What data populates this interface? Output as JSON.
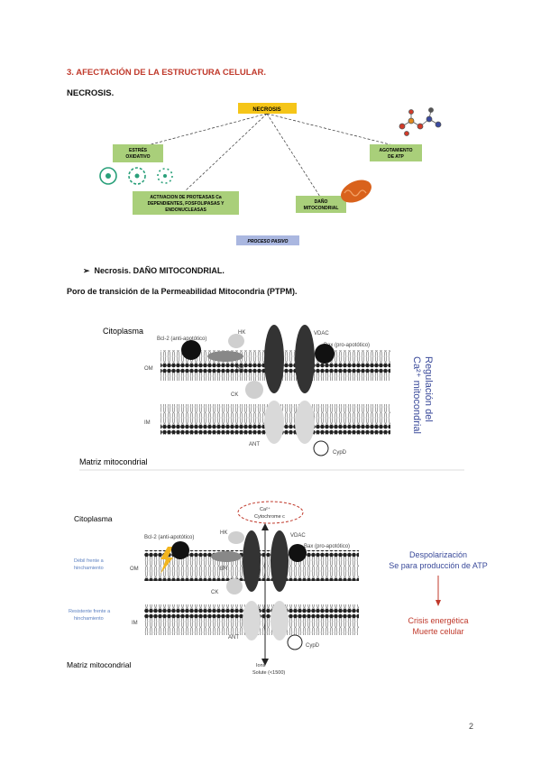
{
  "section_title": "3. AFECTACIÓN DE LA ESTRUCTURA CELULAR.",
  "subtitle": "NECROSIS.",
  "necrosis_diagram": {
    "root": "NECROSIS",
    "stress": [
      "ESTRÉS",
      "OXIDATIVO"
    ],
    "proteases": [
      "ACTIVACION DE PROTEASAS Ca",
      "DEPENDIENTES, FOSFOLIPASAS Y",
      "ENDONUCLEASAS"
    ],
    "mito_damage": [
      "DAÑO",
      "MITOCONDRIAL"
    ],
    "atp": [
      "AGOTAMIENTO",
      "DE ATP"
    ],
    "passive": "PROCESO PASIVO"
  },
  "bullet_text": "Necrosis. DAÑO MITOCONDRIAL.",
  "ptpm_title": "Poro de transición de la Permeabilidad Mitocondria (PTPM).",
  "fig1": {
    "cytoplasm": "Citoplasma",
    "bcl2": "Bcl-2 (anti-apotótico)",
    "hk": "HK",
    "vdac": "VDAC",
    "bax": "Bax (pro-apotótico)",
    "om": "OM",
    "br": "BR",
    "ck": "CK",
    "im": "IM",
    "ant": "ANT",
    "cypd": "CypD",
    "matrix": "Matriz mitocondrial",
    "side_line1": "Regulación del",
    "side_line2": "Ca²⁺ mitocondrial"
  },
  "fig2": {
    "cytoplasm": "Citoplasma",
    "ca": "Ca²⁺",
    "cytochrome": "Cytochrome c",
    "bcl2": "Bcl-2 (anti-apotótico)",
    "hk": "HK",
    "vdac": "VDAC",
    "bax": "Bax (pro-apotótico)",
    "weak1": "Débil frente a",
    "weak2": "hinchamiento",
    "om": "OM",
    "br": "BR",
    "ck": "CK",
    "resist1": "Resistente frente a",
    "resist2": "hinchamiento",
    "im": "IM",
    "ant": "ANT",
    "cypd": "CypD",
    "ions": "Ions",
    "solute": "Solute (<1500)",
    "matrix": "Matriz mitocondrial",
    "depol": "Despolarización",
    "atp_stop": "Se para producción de ATP",
    "crisis": "Crisis energética",
    "death": "Muerte celular"
  },
  "page_number": "2",
  "colors": {
    "title_red": "#c0392b",
    "box_green": "#a9cf7a",
    "box_yellow": "#f5c518",
    "box_blue": "#aab7e0",
    "side_blue": "#3a4a9a",
    "alert_red": "#c0392b"
  }
}
